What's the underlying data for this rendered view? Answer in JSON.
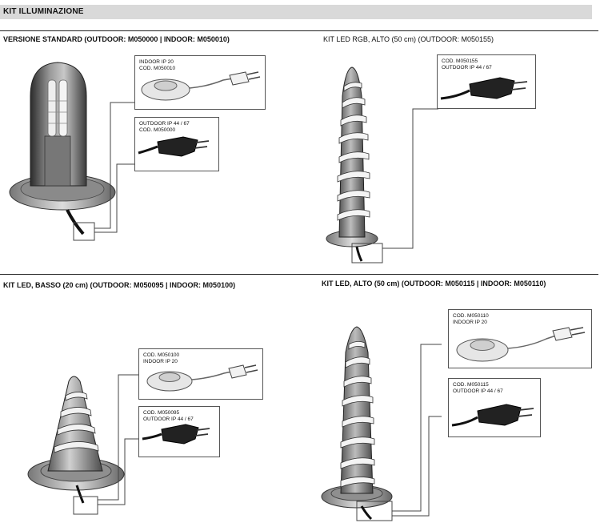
{
  "page": {
    "header": "KIT ILLUMINAZIONE"
  },
  "sections": [
    {
      "title": "VERSIONE STANDARD (OUTDOOR: M050000 | INDOOR: M050010)",
      "upper_label": [
        "INDOOR IP 20",
        "COD. M050010"
      ],
      "lower_label": [
        "OUTDOOR IP 44 / 67",
        "COD. M050000"
      ]
    },
    {
      "title": "KIT LED RGB, ALTO (50 cm) (OUTDOOR: M050155)",
      "upper_label": [
        "COD. M050155",
        "OUTDOOR IP 44 / 67"
      ]
    },
    {
      "title": "KIT LED, BASSO (20 cm) (OUTDOOR: M050095 | INDOOR: M050100)",
      "upper_label": [
        "COD. M050100",
        "INDOOR IP 20"
      ],
      "lower_label": [
        "COD. M050095",
        "OUTDOOR IP 44 / 67"
      ]
    },
    {
      "title": "KIT LED, ALTO (50 cm) (OUTDOOR: M050115 | INDOOR: M050110)",
      "upper_label": [
        "COD. M050110",
        "INDOOR IP 20"
      ],
      "lower_label": [
        "COD. M050115",
        "OUTDOOR IP 44 / 67"
      ]
    }
  ]
}
